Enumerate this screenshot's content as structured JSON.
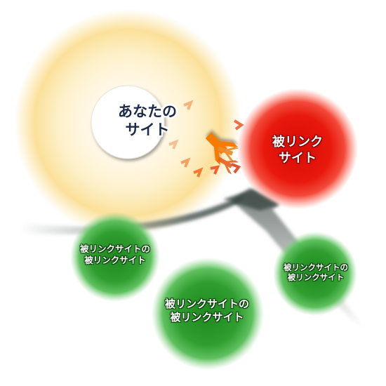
{
  "nodes": {
    "your_site": [
      "あなたの",
      "サイト"
    ],
    "linked_site": [
      "被リンク",
      "サイト"
    ],
    "sub_left": [
      "被リンクサイトの",
      "被リンクサイト"
    ],
    "sub_right": [
      "被リンクサイトの",
      "被リンクサイト"
    ],
    "sub_bottom": [
      "被リンクサイトの",
      "被リンクサイト"
    ]
  },
  "colors": {
    "glow_yellow": "#fbe3a0",
    "red": "#e8180c",
    "green": "#2f9d2f",
    "arrow_orange": "#f57c00",
    "arrow_path": "#4a5a55"
  }
}
